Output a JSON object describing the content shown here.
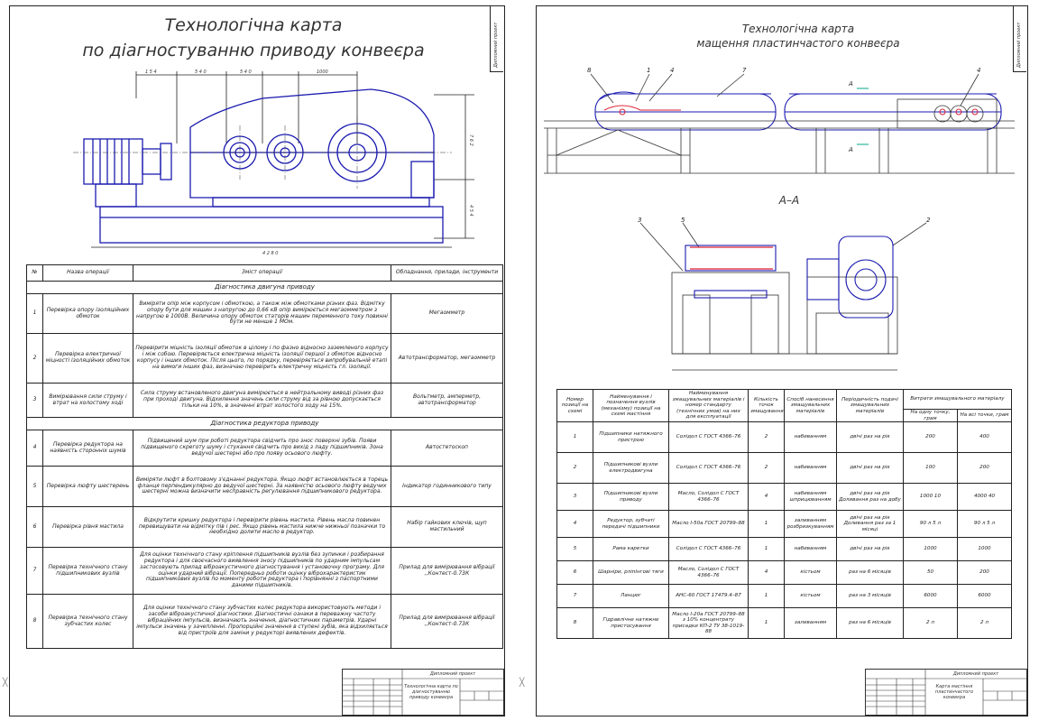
{
  "left_sheet": {
    "title_line1": "Технологічна карта",
    "title_line2": "по діагностуванню приводу конвеєра",
    "drawing_label": "Дипломний проект",
    "dims": {
      "top_1": "1 5 4",
      "top_2": "5 4 0",
      "top_3": "5 4 0",
      "top_4": "1000",
      "right_1": "7 6 2",
      "right_2": "4 5 4",
      "bottom": "4 2 8 0"
    },
    "table": {
      "headers": [
        "№",
        "Назва операції",
        "Зміст операції",
        "Обладнання, прилади, інструменти"
      ],
      "section_motor": "Діагностика двигуна приводу",
      "section_reducer": "Діагностика редуктора приводу",
      "rows": [
        {
          "no": "1",
          "name": "Перевірка опору ізоляційних обмоток",
          "content": "Виміряти опір між корпусом і обмоткою, а також між обмотками різних фаз. Відмітку опору бути для машин з напругою до 0,66 кВ опір вимірюється мегаомметром з напругою в 1000В. Величина опору обмоток статорів машин переменного току повинні бути не менше 1 МОм.",
          "tools": "Мегаомметр"
        },
        {
          "no": "2",
          "name": "Перевірка електричної міцності ізоляційних обмоток",
          "content": "Перевірити міцність ізоляції обмоток в цілому і по фазно відносно заземленого корпусу і між собою. Перевіряється електрична міцність ізоляції першої з обмоток відносно корпусу і інших обмоток. Після цього, по порядку, перевіряється випробувальній етапі на вимоги інших фаз, визначаю перевірить електричну міцність гл. ізоляції.",
          "tools": "Автотрансформатор, мегаомметр"
        },
        {
          "no": "3",
          "name": "Вимірювання сили струму і втрат на холостому ході",
          "content": "Сила струму встановленого двигуна вимірюється в нейтральному виводі різних фаз при проході двигуна. Відхилення значень сили струму від за рівною допускається тільки на 10%, в значенні втрат холостого ходу на 15%.",
          "tools": "Вольтметр, амперметр, автотрансформатор"
        },
        {
          "no": "4",
          "name": "Перевірка редуктора на наявність сторонніх шумів",
          "content": "Підвищений шум при роботі редуктора свідчить про знос поверхні зубів. Появи підвищеного скреготу шуму і стукання свідчить про вихід з ладу підшипників. Зона ведучої шестерні або про появу осьового люфту.",
          "tools": "Автостетоскоп"
        },
        {
          "no": "5",
          "name": "Перевірка люфту шестерень",
          "content": "Виміряти люфт в болтовому з'єднанні редуктора. Якщо люфт встановлюється в торець фланця перпендикулярно до ведучої шестерні. За наявністю осьового люфту ведучих шестерні можна визначити несправність регулювання підшипникового редуктора.",
          "tools": "Індикатор годинникового типу"
        },
        {
          "no": "6",
          "name": "Перевірка рівня мастила",
          "content": "Відкрутити кришку редуктора і перевірити рівень мастила. Рівень масла повинен перевищувати на відмітку пів і рес. Якщо рівень мастила нижче нижньої позначки то необхідно долити масло в редуктор.",
          "tools": "Набір гайкових ключів, щуп мастильний"
        },
        {
          "no": "7",
          "name": "Перевірка технічного стану підшипникових вузлів",
          "content": "Для оцінки технічного стану кріплення підшипників вузлів без зупинки і розбирання редуктора і для своєчасного виявлення зносу підшипників по ударним імпульсам застосовують прилад віброакустичного діагностування і установочну програму. Для оцінки ударний вібрації. Попередньо роботи оцінку віброхарактеристик підшипникових вузлів по моменту роботи редуктора і порівнянні з паспортними даними підшипників.",
          "tools": "Прилад для вимірювання вібрації ,,Контест-0.73К"
        },
        {
          "no": "8",
          "name": "Перевірка технічного стану зубчастих колес",
          "content": "Для оцінки технічного стану зубчастих колес редуктора використовують методи і засоби віброакустичної діагностики. Діагностичні ознаки в переважну частоту вібраційних імпульсів, визначають значення, діагностичних параметрів. Ударні імпульси значень у зачепленні. Пропорційні значення в ступені зубів, яка відхиляється від пристроїв для заміни у редукторі виявлених дефектів.",
          "tools": "Прилад для вимірювання вібрації ,,Контест-0.73К"
        }
      ]
    },
    "stamp_title": "Технологічна карта по діагностуванню приводу конвеєра",
    "stamp_header": "Дипломний проект"
  },
  "right_sheet": {
    "title_line1": "Технологічна карта",
    "title_line2": "мащення пластинчастого конвеєра",
    "drawing_label": "Дипломний проект",
    "section_label": "А–А",
    "callouts": [
      "8",
      "1",
      "4",
      "7",
      "4",
      "А",
      "А",
      "3",
      "5",
      "2"
    ],
    "table": {
      "headers": [
        "Номер позиції на схемі",
        "Найменування і позначення вузлів (механізму) позиції на схемі мастіння",
        "Найменування змащувальних матеріалів і номер стандарту (технічних умов) на них для експлуатації",
        "Кількість точок змащування",
        "Спосіб нанесення змащувальних матеріалів",
        "Періодичність подачі змащувальних матеріалів",
        "Витрати змащувального матеріалу"
      ],
      "sub_headers": [
        "На одну точку, грам",
        "На всі точки, грам"
      ],
      "rows": [
        {
          "pos": "1",
          "node": "Підшипники натяжного пристрою",
          "material": "Солідол С ГОСТ 4366–76",
          "points": "2",
          "method": "набиванням",
          "period": "двічі раз на рік",
          "one": "200",
          "all": "400"
        },
        {
          "pos": "2",
          "node": "Підшипникові вузли електродвигуна",
          "material": "Солідол С ГОСТ 4366–76",
          "points": "2",
          "method": "набиванням",
          "period": "двічі раз на рік",
          "one": "100",
          "all": "200"
        },
        {
          "pos": "3",
          "node": "Підшипникові вузли приводу",
          "material": "Масло, Солідол С ГОСТ 4366–76",
          "points": "4",
          "method": "набиванням шприцюванням",
          "period": "двічі раз на рік Доливання раз на добу",
          "one": "1000 10",
          "all": "4000 40"
        },
        {
          "pos": "4",
          "node": "Редуктор, зубчаті передачі підшипники",
          "material": "Масло І-50а ГОСТ 20799–88",
          "points": "1",
          "method": "заливанням розбризкуванням",
          "period": "двічі раз на рік Доливання раз за 1 місяці",
          "one": "90 л 5 л",
          "all": "90 л 5 л"
        },
        {
          "pos": "5",
          "node": "Рама каретки",
          "material": "Солідол С ГОСТ 4366–76",
          "points": "1",
          "method": "набиванням",
          "period": "двічі раз на рік",
          "one": "1000",
          "all": "1000"
        },
        {
          "pos": "6",
          "node": "Шарніри, рліпінгові тяги",
          "material": "Масло, Солідол С ГОСТ 4366–76",
          "points": "4",
          "method": "кістьом",
          "period": "раз на 6 місяців",
          "one": "50",
          "all": "200"
        },
        {
          "pos": "7",
          "node": "Ланцюг",
          "material": "АНС-60 ГОСТ 17479.4–87",
          "points": "1",
          "method": "кістьом",
          "period": "раз на 3 місяців",
          "one": "6000",
          "all": "6000"
        },
        {
          "pos": "8",
          "node": "Гідравлічне натяжне пристосування",
          "material": "Масло І-20а ГОСТ 20799–88 з 10% концентрату присадки КП-2 ТУ 38-1019-88",
          "points": "1",
          "method": "заливанням",
          "period": "раз на 6 місяців",
          "one": "2 л",
          "all": "2 л"
        }
      ]
    },
    "stamp_title": "Карта мастіння пластинчастого конвеєра",
    "stamp_header": "Дипломний проект"
  }
}
